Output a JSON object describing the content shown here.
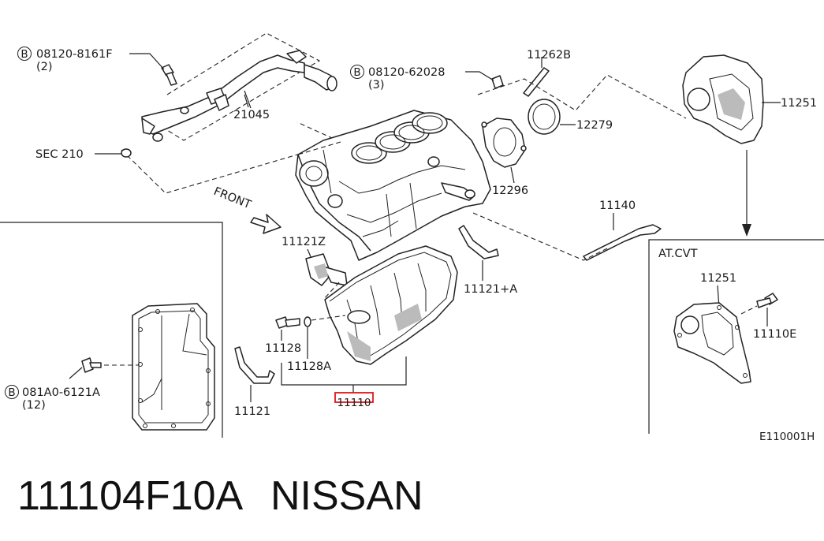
{
  "callouts": {
    "bolt_b1_code": "08120-8161F",
    "bolt_b1_qty": "(2)",
    "bolt_b2_code": "08120-62028",
    "bolt_b2_qty": "(3)",
    "bolt_b3_code": "081A0-6121A",
    "bolt_b3_qty": "(12)",
    "circle_b": "B",
    "p_21045": "21045",
    "sec_210": "SEC 210",
    "front": "FRONT",
    "p_11262b": "11262B",
    "p_12279": "12279",
    "p_12296": "12296",
    "p_11251": "11251",
    "p_11140": "11140",
    "p_11121z": "11121Z",
    "p_11121a": "11121+A",
    "p_11128": "11128",
    "p_11128a": "11128A",
    "p_11121": "11121",
    "p_11110": "11110",
    "inset_title": "AT.CVT",
    "inset_11251": "11251",
    "inset_11110e": "11110E",
    "figure_code": "E110001H"
  },
  "footer": {
    "part_number": "111104F10A",
    "brand": "NISSAN"
  },
  "colors": {
    "ink": "#222222",
    "highlight": "#e0161b",
    "background": "#ffffff"
  }
}
